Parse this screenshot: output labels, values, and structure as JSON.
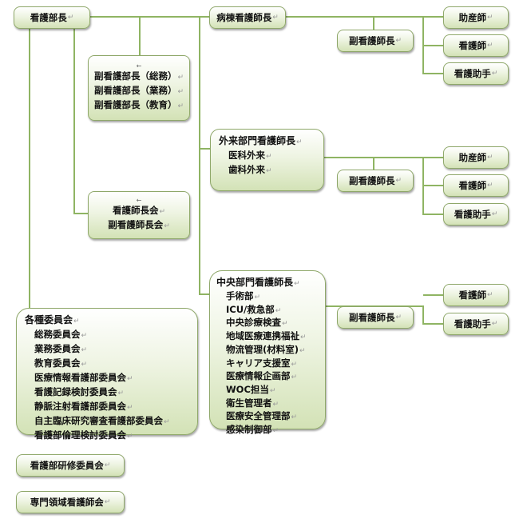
{
  "return_mark": "↵",
  "arrow_mark": "←",
  "boxes": {
    "director": "看護部長",
    "deputies": [
      "副看護部長（総務）",
      "副看護部長（業務）",
      "副看護部長（教育）"
    ],
    "councils": [
      "看護師長会",
      "副看護師長会"
    ],
    "committees": {
      "title": "各種委員会",
      "items": [
        "総務委員会",
        "業務委員会",
        "教育委員会",
        "医療情報看護部委員会",
        "看護記録検討委員会",
        "静脈注射看護部委員会",
        "自主臨床研究審査看護部委員会",
        "看護部倫理検討委員会"
      ]
    },
    "training": "看護部研修委員会",
    "specialty": "専門領域看護師会",
    "ward": {
      "head": "病棟看護師長",
      "deputy": "副看護師長",
      "staff": [
        "助産師",
        "看護師",
        "看護助手"
      ]
    },
    "outpatient": {
      "head": "外来部門看護師長",
      "items": [
        "医科外来",
        "歯科外来"
      ],
      "deputy": "副看護師長",
      "staff": [
        "助産師",
        "看護師",
        "看護助手"
      ]
    },
    "central": {
      "head": "中央部門看護師長",
      "items": [
        "手術部",
        "ICU/救急部",
        "中央診療検査",
        "地域医療連携福祉",
        "物流管理(材料室)",
        "キャリア支援室",
        "医療情報企画部",
        "WOC担当",
        "衛生管理者",
        "医療安全管理部",
        "感染制御部"
      ],
      "deputy": "副看護師長",
      "staff": [
        "看護師",
        "看護助手"
      ]
    }
  }
}
